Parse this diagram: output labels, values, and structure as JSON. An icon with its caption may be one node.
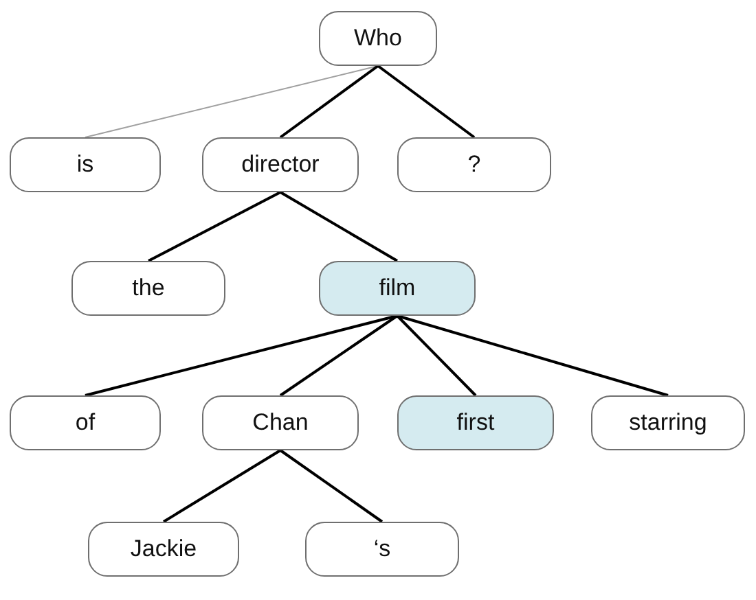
{
  "diagram": {
    "nodes": [
      {
        "text": [
          "Who"
        ]
      },
      {
        "text": [
          "is"
        ]
      },
      {
        "text": [
          "director"
        ]
      },
      {
        "text": [
          "?"
        ]
      },
      {
        "text": [
          "the"
        ]
      },
      {
        "text": [
          "film"
        ]
      },
      {
        "text": [
          "of"
        ]
      },
      {
        "text": [
          "Chan"
        ]
      },
      {
        "text": [
          "first"
        ]
      },
      {
        "text": [
          "starring"
        ]
      },
      {
        "text": [
          "Jackie"
        ]
      },
      {
        "text": [
          "‘s"
        ]
      }
    ],
    "edges": [
      {
        "from": 0,
        "to": 1,
        "arrow": "none",
        "color": "#a0a0a0"
      },
      {
        "from": 0,
        "to": 2,
        "arrow": "none"
      },
      {
        "from": 0,
        "to": 3,
        "arrow": "none"
      },
      {
        "from": 2,
        "to": 4,
        "arrow": "none"
      },
      {
        "from": 2,
        "to": 5,
        "arrow": "none"
      },
      {
        "from": 5,
        "to": 6,
        "arrow": "none"
      },
      {
        "from": 5,
        "to": 7,
        "arrow": "none"
      },
      {
        "from": 5,
        "to": 8,
        "arrow": "none"
      },
      {
        "from": 5,
        "to": 9,
        "arrow": "none"
      },
      {
        "from": 7,
        "to": 10,
        "arrow": "none"
      },
      {
        "from": 7,
        "to": 11,
        "arrow": "none"
      }
    ]
  }
}
